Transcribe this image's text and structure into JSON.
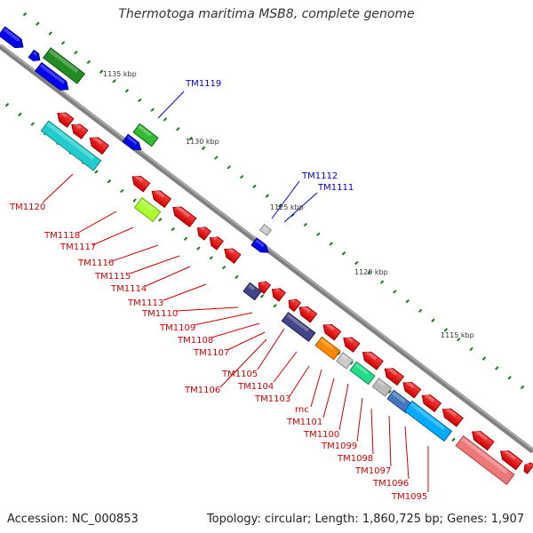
{
  "title": "Thermotoga maritima MSB8, complete genome",
  "footer": {
    "accession": "Accession: NC_000853",
    "summary": "Topology: circular; Length: 1,860,725 bp; Genes: 1,907"
  },
  "colors": {
    "backbone": "#808080",
    "tick": "#1a7a1a",
    "label_red": "#cc0000",
    "label_blue": "#0000cc",
    "tick_label": "#333333"
  },
  "scale_labels": [
    "1135 kbp",
    "1130 kbp",
    "1125 kbp",
    "1120 kbp",
    "1115 kbp"
  ],
  "blue_labels": [
    "TM1119",
    "TM1112",
    "TM1111"
  ],
  "red_labels": [
    "TM1120",
    "TM1118",
    "TM1117",
    "TM1116",
    "TM1115",
    "TM1114",
    "TM1113",
    "TM1110",
    "TM1109",
    "TM1108",
    "TM1107",
    "TM1105",
    "TM1106",
    "TM1104",
    "TM1103",
    "rnc",
    "TM1101",
    "TM1100",
    "TM1099",
    "TM1098",
    "TM1097",
    "TM1096",
    "TM1095"
  ]
}
